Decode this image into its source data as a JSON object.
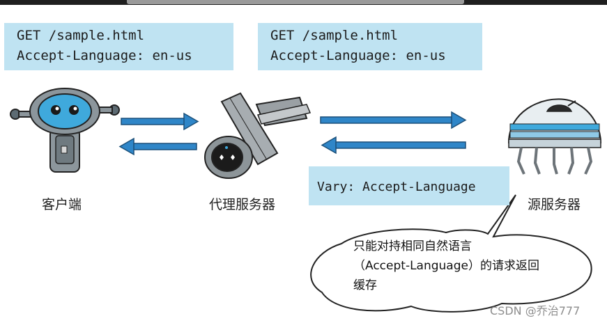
{
  "request_left": {
    "line1": "GET /sample.html",
    "line2": "Accept-Language: en-us"
  },
  "request_right": {
    "line1": "GET /sample.html",
    "line2": "Accept-Language: en-us"
  },
  "vary_header": "Vary: Accept-Language",
  "nodes": {
    "client": "客户端",
    "proxy": "代理服务器",
    "origin": "源服务器"
  },
  "note": {
    "line1": "只能对持相同自然语言",
    "line2": "（Accept-Language）的请求返回",
    "line3": "缓存"
  },
  "watermark": "CSDN @乔治777",
  "colors": {
    "box": "#bfe3f2",
    "arrow": "#2f86c8",
    "robot_blue": "#3fa9dc"
  },
  "icons": [
    "client-robot-icon",
    "proxy-satellite-icon",
    "origin-jellyfish-icon"
  ]
}
